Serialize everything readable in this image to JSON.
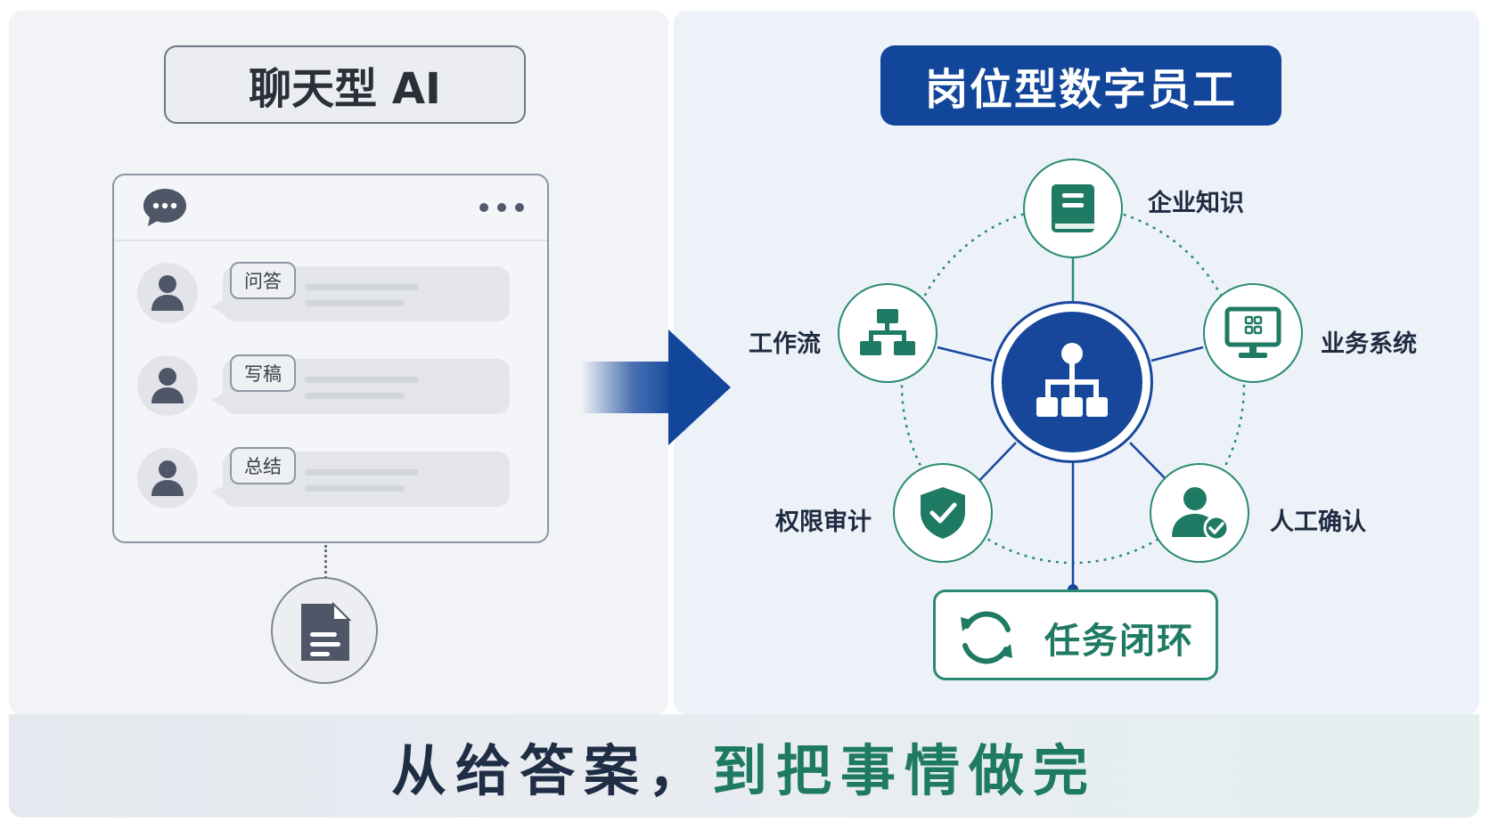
{
  "left": {
    "title": "聊天型 AI",
    "chat_rows": [
      {
        "tag": "问答"
      },
      {
        "tag": "写稿"
      },
      {
        "tag": "总结"
      }
    ]
  },
  "right": {
    "title": "岗位型数字员工",
    "nodes": {
      "knowledge": "企业知识",
      "workflow": "工作流",
      "systems": "业务系统",
      "audit": "权限审计",
      "confirm": "人工确认"
    },
    "loop_label": "任务闭环"
  },
  "tagline": {
    "part1": "从给答案，",
    "part2": "到把事情做完"
  },
  "colors": {
    "navy": "#12469b",
    "teal": "#1f7a63",
    "gray": "#6f7686"
  }
}
